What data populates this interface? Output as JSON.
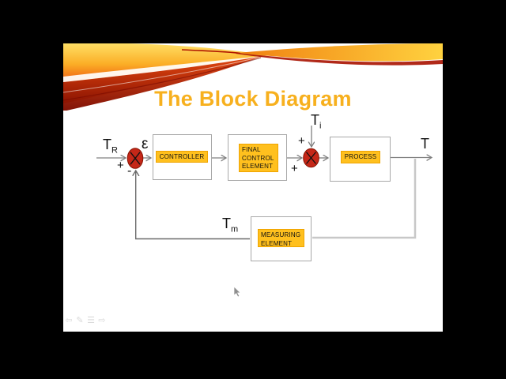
{
  "window": {
    "background": "#000000"
  },
  "slide": {
    "background": "#FFFFFF"
  },
  "title": {
    "text": "The Block Diagram",
    "color": "#F7B01E"
  },
  "diagram": {
    "blocks": {
      "controller": {
        "label": "CONTROLLER"
      },
      "final_control": {
        "lines": [
          "FINAL",
          "CONTROL",
          "ELEMENT"
        ]
      },
      "process": {
        "label": "PROCESS"
      },
      "measuring": {
        "lines": [
          "MEASURING",
          "ELEMENT"
        ]
      }
    },
    "labels": {
      "setpoint": {
        "base": "T",
        "sub": "R"
      },
      "error": "ε",
      "disturbance": {
        "base": "T",
        "sub": "i"
      },
      "output": "T",
      "measured": {
        "base": "T",
        "sub": "m"
      },
      "plus_input": "+",
      "minus_feedback": "-",
      "plus_disturbance": "+",
      "plus_forward": "+"
    },
    "colors": {
      "block_fill": "#FFC01E",
      "block_border": "#EFA400",
      "outline_border": "#A8A8A8",
      "junction_fill": "#C52718",
      "signal_line": "#808080",
      "feedback_light": "#C8C8C8",
      "feedback_dark": "#6B6B6B"
    }
  },
  "toolbar": {
    "icons": [
      {
        "name": "prev-slide-icon",
        "glyph": "⇦"
      },
      {
        "name": "pen-icon",
        "glyph": "✎"
      },
      {
        "name": "menu-icon",
        "glyph": "☰"
      },
      {
        "name": "next-slide-icon",
        "glyph": "⇨"
      }
    ]
  }
}
